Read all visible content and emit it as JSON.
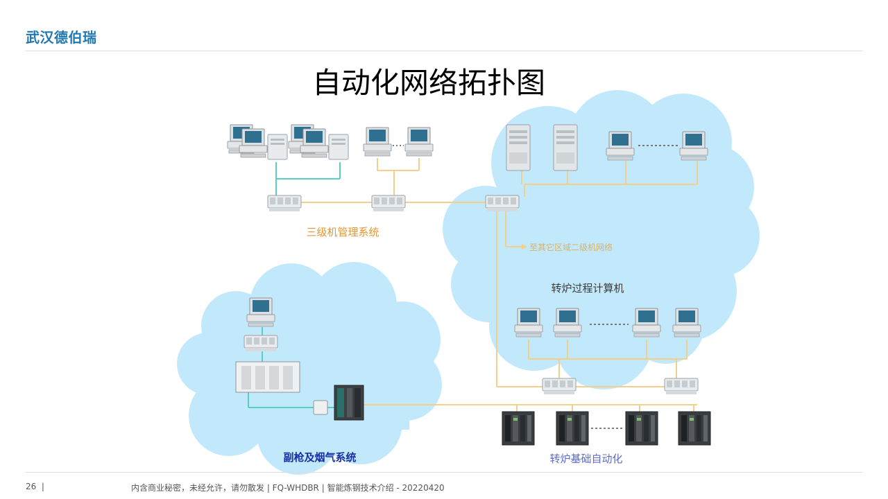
{
  "header": {
    "brand": "武汉德伯瑞"
  },
  "title": "自动化网络拓扑图",
  "diagram": {
    "labels": {
      "level3": "三级机管理系统",
      "other_area": "至其它区域二级机网络",
      "process_computer": "转炉过程计算机",
      "sublance": "副枪及烟气系统",
      "basic_automation": "转炉基础自动化"
    },
    "dots": "........"
  },
  "footer": {
    "page": "26",
    "separator": "|",
    "text": "内含商业秘密，未经允许，请勿散发 | FQ-WHDBR | 智能炼钢技术介绍 - 20220420"
  },
  "colors": {
    "brand": "#1f78b4",
    "cloud": "#c2e9fb",
    "bus": "#f2cf8a",
    "link_teal": "#59cfc0",
    "label_orange": "#e8962e",
    "label_gold": "#d8b36a",
    "label_dark": "#3a3a3a",
    "label_blue": "#1a2fa8",
    "label_violet": "#5d6bc8"
  }
}
